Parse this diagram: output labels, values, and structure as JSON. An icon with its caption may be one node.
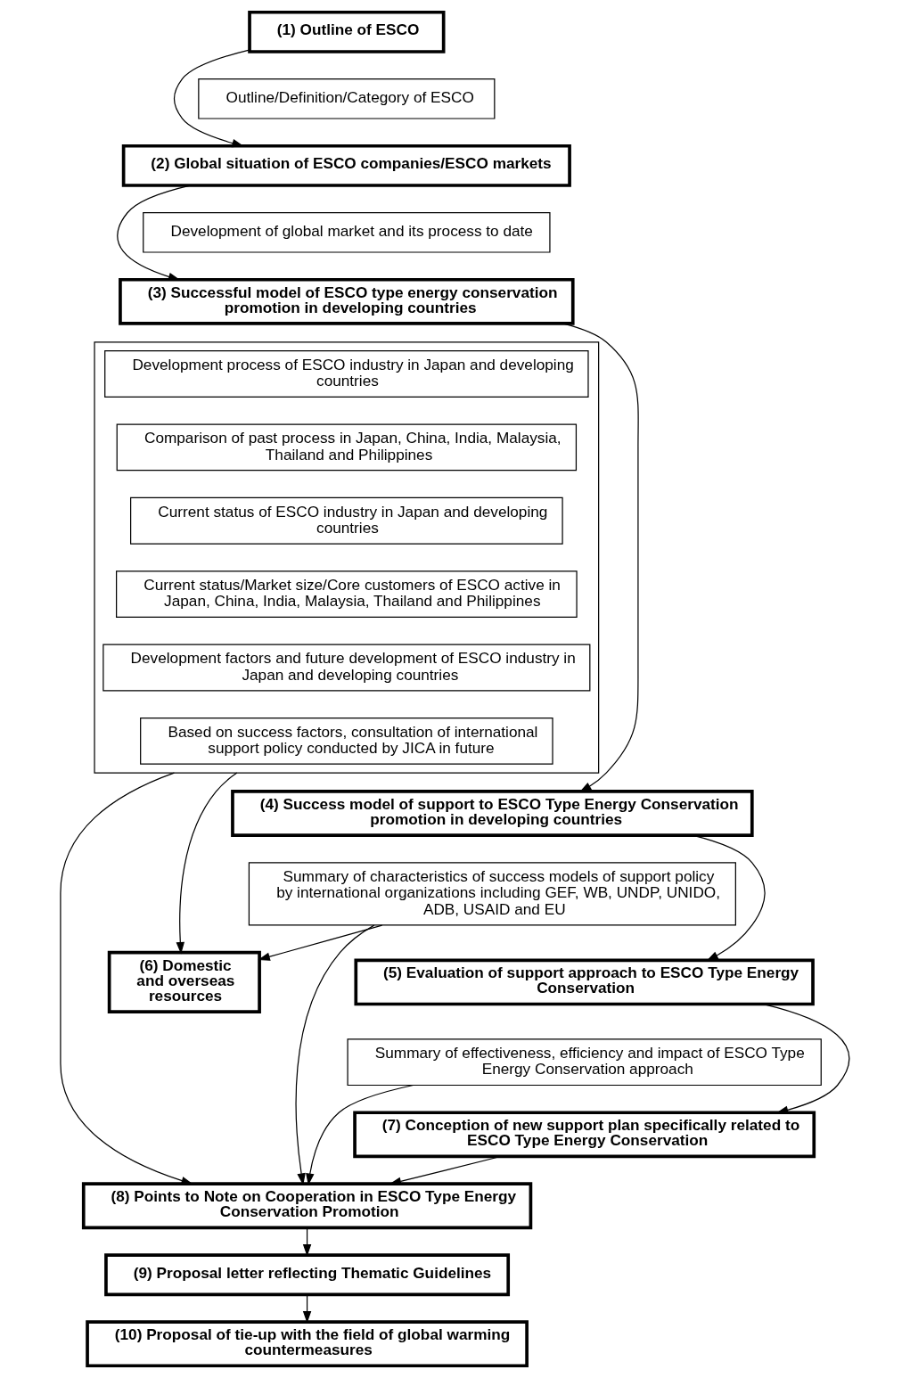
{
  "diagram": {
    "nodes": [
      {
        "text": [
          "(1) Outline of ESCO"
        ]
      },
      {
        "text": [
          "Outline/Definition/Category of ESCO"
        ]
      },
      {
        "text": [
          "(2) Global situation of ESCO companies/ESCO markets"
        ]
      },
      {
        "text": [
          "Development of global market and its process to date"
        ]
      },
      {
        "text": [
          "(3) Successful model of ESCO type energy conservation promotion in developing countries"
        ]
      },
      {
        "text": [],
        "shape": "box"
      },
      {
        "text": [
          "Development process of ESCO industry in Japan and developing countries"
        ],
        "in": 5
      },
      {
        "text": [
          "Comparison of past process in Japan, China, India, Malaysia, Thailand and Philippines"
        ],
        "in": 5
      },
      {
        "text": [
          "Current status of ESCO industry in Japan and developing countries"
        ],
        "in": 5
      },
      {
        "text": [
          "Current status/Market size/Core customers of ESCO active in Japan, China, India, Malaysia, Thailand and Philippines"
        ],
        "in": 5
      },
      {
        "text": [
          "Development factors and future development of ESCO industry in Japan and developing countries"
        ],
        "in": 5
      },
      {
        "text": [
          "Based on success factors, consultation of international support policy conducted by JICA in future"
        ],
        "in": 5
      },
      {
        "text": [
          "(4) Success model of support to ESCO Type Energy Conservation promotion in developing countries"
        ]
      },
      {
        "text": [
          "Summary of characteristics of success models of support policy by international organizations including GEF, WB, UNDP, UNIDO, ADB, USAID and EU"
        ]
      },
      {
        "text": [
          "(6) Domestic and overseas resources"
        ]
      },
      {
        "text": [
          "(5) Evaluation of support approach to ESCO Type Energy Conservation"
        ]
      },
      {
        "text": [
          "Summary of effectiveness, efficiency and impact of ESCO Type Energy Conservation approach"
        ]
      },
      {
        "text": [
          "(7) Conception of new support plan specifically related to ESCO Type Energy Conservation"
        ]
      },
      {
        "text": [
          "(8) Points to Note on Cooperation in ESCO Type Energy Conservation Promotion"
        ]
      },
      {
        "text": [
          "(9) Proposal letter reflecting Thematic Guidelines"
        ]
      },
      {
        "text": [
          "(10) Proposal of tie-up with the field of global warming countermeasures"
        ]
      }
    ],
    "edges": [
      {
        "from": 0,
        "to": 2,
        "arrow": "to"
      },
      {
        "from": 2,
        "to": 4,
        "arrow": "to"
      },
      {
        "from": 4,
        "to": 12,
        "arrow": "to"
      },
      {
        "from": 5,
        "to": 14,
        "arrow": "to"
      },
      {
        "from": 5,
        "to": 18,
        "arrow": "to"
      },
      {
        "from": 13,
        "to": 14,
        "arrow": "to"
      },
      {
        "from": 12,
        "to": 15,
        "arrow": "to"
      },
      {
        "from": 13,
        "to": 18,
        "arrow": "to"
      },
      {
        "from": 15,
        "to": 17,
        "arrow": "to"
      },
      {
        "from": 16,
        "to": 18,
        "arrow": "to"
      },
      {
        "from": 17,
        "to": 18,
        "arrow": "to"
      },
      {
        "from": 18,
        "to": 19,
        "arrow": "to"
      },
      {
        "from": 19,
        "to": 20,
        "arrow": "to"
      }
    ]
  }
}
